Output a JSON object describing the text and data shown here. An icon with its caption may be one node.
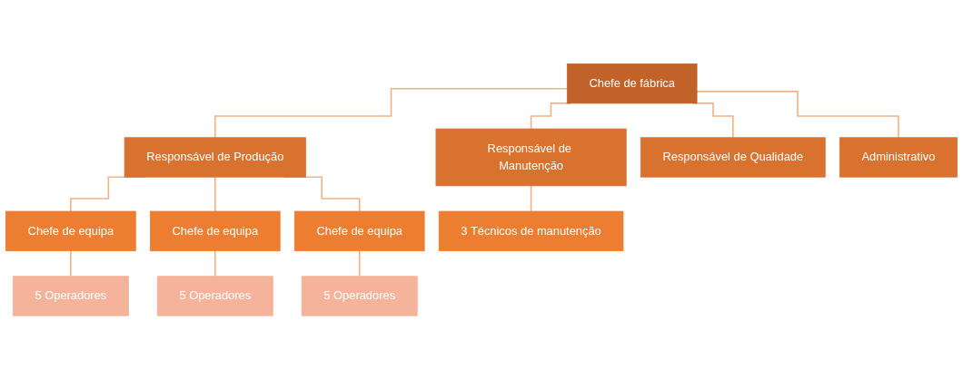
{
  "diagram": {
    "nodes": [
      {
        "text": [
          "Chefe de fábrica"
        ]
      },
      {
        "text": [
          "Responsável de Produção"
        ]
      },
      {
        "text": [
          "Responsável de Manutenção"
        ]
      },
      {
        "text": [
          "Responsável de Qualidade"
        ]
      },
      {
        "text": [
          "Administrativo"
        ]
      },
      {
        "text": [
          "Chefe de equipa"
        ]
      },
      {
        "text": [
          "Chefe de equipa"
        ]
      },
      {
        "text": [
          "Chefe de equipa"
        ]
      },
      {
        "text": [
          "3 Técnicos de manutenção"
        ]
      },
      {
        "text": [
          "5 Operadores"
        ]
      },
      {
        "text": [
          "5 Operadores"
        ]
      },
      {
        "text": [
          "5 Operadores"
        ]
      }
    ],
    "edges": [
      {
        "from": 0,
        "to": 1,
        "arrow": "none"
      },
      {
        "from": 0,
        "to": 2,
        "arrow": "none"
      },
      {
        "from": 0,
        "to": 3,
        "arrow": "none"
      },
      {
        "from": 0,
        "to": 4,
        "arrow": "none"
      },
      {
        "from": 1,
        "to": 5,
        "arrow": "none"
      },
      {
        "from": 1,
        "to": 6,
        "arrow": "none"
      },
      {
        "from": 1,
        "to": 7,
        "arrow": "none"
      },
      {
        "from": 2,
        "to": 8,
        "arrow": "none"
      },
      {
        "from": 5,
        "to": 9,
        "arrow": "none"
      },
      {
        "from": 6,
        "to": 10,
        "arrow": "none"
      },
      {
        "from": 7,
        "to": 11,
        "arrow": "none"
      }
    ]
  }
}
